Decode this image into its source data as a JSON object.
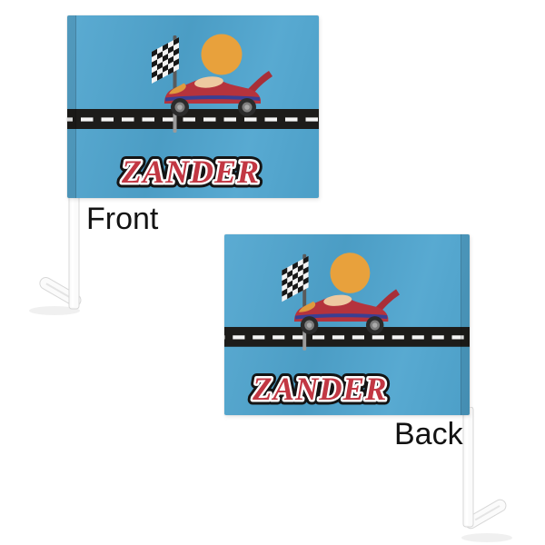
{
  "front_flag": {
    "label": "Front",
    "name": "ZANDER"
  },
  "back_flag": {
    "label": "Back",
    "name": "ZANDER"
  },
  "icons": {
    "sun": "sun-icon",
    "checkered_flag": "checkered-flag-icon",
    "race_car": "race-car-icon",
    "road": "road-stripe",
    "window_clip": "window-clip-pole-icon"
  },
  "colors": {
    "page_bg": "#ffffff",
    "flag_blue": "#4fa5cf",
    "sun": "#e8a13c",
    "road": "#1d1c1a",
    "road_dash": "#f5f5f5",
    "scene_pole": "#5a5a5a",
    "scene_pole_light": "#9b9b9b",
    "checker_black": "#171717",
    "checker_white": "#f3f3f3",
    "car_red": "#b5333d",
    "car_fin_red": "#a82f38",
    "car_window": "#eec9a0",
    "car_hood": "#df9b3e",
    "car_stripe": "#3a3f93",
    "tire": "#2b2b2b",
    "rim": "#7d7d7d",
    "hub": "#aaaaaa",
    "name_red": "#c23743",
    "name_outline_white": "#ffffff",
    "name_outline_black": "#141414",
    "label_text": "#131313",
    "clip_white": "#fbfbfb",
    "clip_edge": "#d7d7d7"
  }
}
